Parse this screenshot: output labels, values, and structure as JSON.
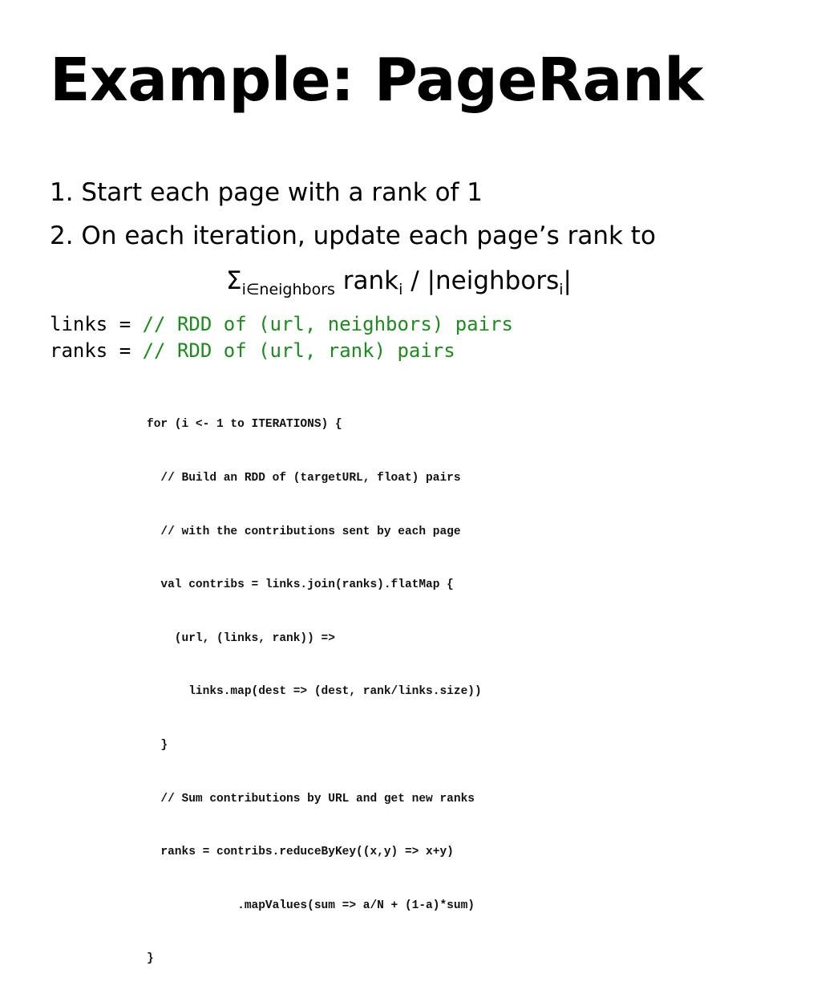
{
  "slide": {
    "title": "Example: PageRank",
    "bullets": [
      "1. Start each page with a rank of 1",
      "2. On each iteration, update each page’s rank to"
    ],
    "formula": {
      "sigma": "Σ",
      "sigma_sub": "i∈neighbors",
      "rank": " rank",
      "rank_sub": "i",
      "divider": " / |neighbors",
      "neighbors_sub": "i",
      "close": "|"
    },
    "code": [
      {
        "code": "links = ",
        "comment": "// RDD of (url, neighbors) pairs"
      },
      {
        "code": "ranks = ",
        "comment": "// RDD of (url, rank) pairs"
      }
    ],
    "snippet": [
      "for (i <- 1 to ITERATIONS) {",
      "  // Build an RDD of (targetURL, float) pairs",
      "  // with the contributions sent by each page",
      "  val contribs = links.join(ranks).flatMap {",
      "    (url, (links, rank)) =>",
      "      links.map(dest => (dest, rank/links.size))",
      "  }",
      "  // Sum contributions by URL and get new ranks",
      "  ranks = contribs.reduceByKey((x,y) => x+y)",
      "             .mapValues(sum => a/N + (1-a)*sum)",
      "}"
    ]
  }
}
